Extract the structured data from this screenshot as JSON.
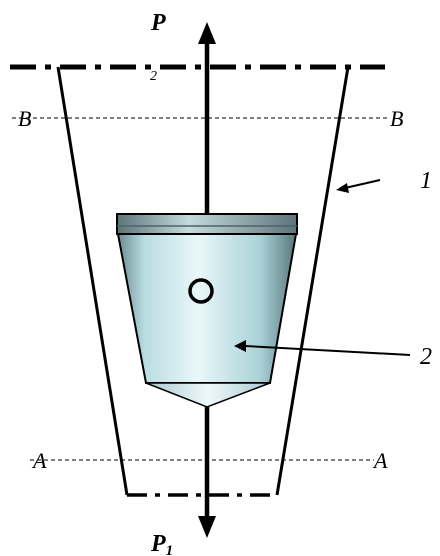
{
  "labels": {
    "force_top": "P",
    "force_bottom_main": "P",
    "force_bottom_sub": "1",
    "level_b_left": "B",
    "level_b_right": "B",
    "level_a_left": "A",
    "level_a_right": "A",
    "pointer_1": "1",
    "pointer_2": "2",
    "top_mark": "2"
  },
  "colors": {
    "line": "#000000",
    "float_light": "#e6f6f8",
    "float_mid": "#b4dde2",
    "float_dark": "#5f7e84",
    "cap": "#8aa2a6",
    "tip": "#d8eef0"
  }
}
